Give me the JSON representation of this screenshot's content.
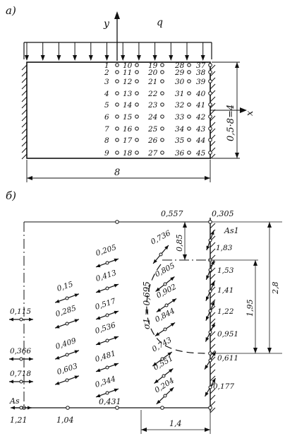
{
  "panel_a": {
    "label": "а)",
    "y_axis": "y",
    "x_axis": "x",
    "load": "q",
    "width_label": "8",
    "height_label": "0,5·8=4",
    "nodes": [
      [
        "1",
        "2",
        "3",
        "4",
        "5",
        "6",
        "7",
        "8",
        "9"
      ],
      [
        "10",
        "11",
        "12",
        "13",
        "14",
        "15",
        "16",
        "17",
        "18"
      ],
      [
        "19",
        "20",
        "21",
        "22",
        "23",
        "24",
        "25",
        "26",
        "27"
      ],
      [
        "28",
        "29",
        "30",
        "31",
        "32",
        "33",
        "34",
        "35",
        "36"
      ],
      [
        "37",
        "38",
        "39",
        "40",
        "41",
        "42",
        "43",
        "44",
        "45"
      ]
    ]
  },
  "panel_b": {
    "label": "б)",
    "top_left_value": "0,557",
    "top_right_value": "0,305",
    "as_top": "As1",
    "as_bottom": "As",
    "col1": [
      "0,115",
      "0,366",
      "0,718"
    ],
    "col2": [
      "0,15",
      "0,285",
      "0,409",
      "0,603"
    ],
    "col3": [
      "0,205",
      "0,413",
      "0,517",
      "0,536",
      "0,481",
      "0,344"
    ],
    "col3_bottom": "0,431",
    "col4": [
      "0,736",
      "0,805",
      "0,902",
      "0,844",
      "0,743",
      "0,551",
      "0,204"
    ],
    "col5": [
      "1,83",
      "1,53",
      "1,41",
      "1,22",
      "0,951",
      "0,611",
      "0,177"
    ],
    "bottom_values": [
      "1,21",
      "1,04"
    ],
    "sigma_label": "σ1 = 0,695",
    "dim_085": "0,85",
    "dim_195": "1,95",
    "dim_28": "2,8",
    "dim_14": "1,4"
  }
}
